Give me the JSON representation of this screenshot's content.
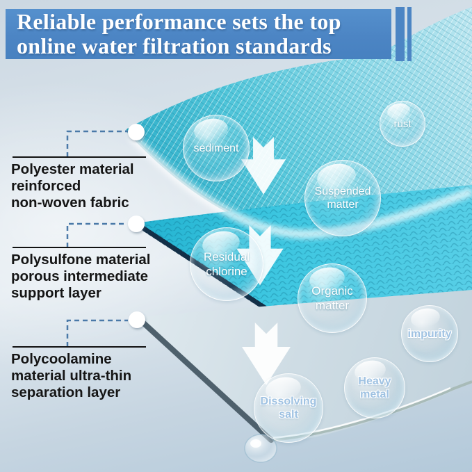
{
  "title": {
    "line1": "Reliable performance sets the top",
    "line2": "online water filtration standards"
  },
  "layer_labels": [
    {
      "line1": "Polyester material",
      "line2": "reinforced",
      "line3": "non-woven fabric"
    },
    {
      "line1": "Polysulfone material",
      "line2": "porous intermediate",
      "line3": "support layer"
    },
    {
      "line1": "Polycoolamine",
      "line2": "material ultra-thin",
      "line3": "separation layer"
    }
  ],
  "bubbles": {
    "sediment": {
      "label": "sediment"
    },
    "rust": {
      "label": "rust"
    },
    "suspended_matter": {
      "line1": "Suspended",
      "line2": "matter"
    },
    "residual_chlorine": {
      "line1": "Residual",
      "line2": "chlorine"
    },
    "organic_matter": {
      "line1": "Organic",
      "line2": "matter"
    },
    "impurity": {
      "label": "impurity"
    },
    "heavy_metal": {
      "line1": "Heavy",
      "line2": "metal"
    },
    "dissolving_salt": {
      "line1": "Dissolving",
      "line2": "salt"
    }
  },
  "colors": {
    "banner_blue": "#4c85c4",
    "mesh_teal": "#49c0d6",
    "support_layer_cyan": "#3cc6e0",
    "separation_layer_pale": "#cddbe3",
    "label_text": "#151515",
    "connector_blue": "#4a79a8",
    "bubble_text_on_layer": "#ffffff",
    "bubble_text_on_pale": "#9fc2e2"
  }
}
